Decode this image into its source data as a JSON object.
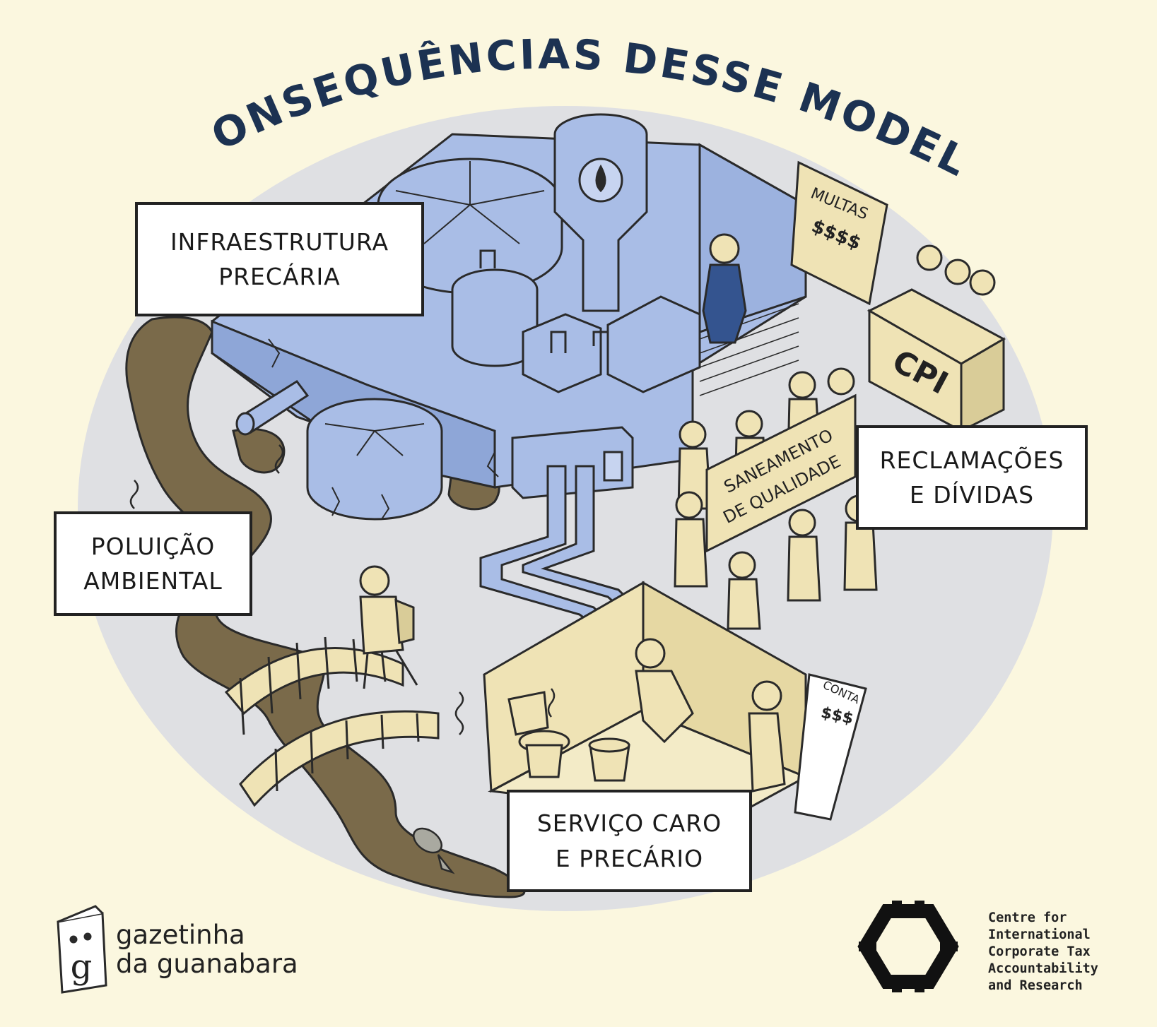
{
  "title": "CONSEQUÊNCIAS DESSE MODELO",
  "labels": {
    "infra": [
      "INFRAESTRUTURA",
      "PRECÁRIA"
    ],
    "reclamacoes": [
      "RECLAMAÇÕES",
      "E DÍVIDAS"
    ],
    "poluicao": [
      "POLUIÇÃO",
      "AMBIENTAL"
    ],
    "servico": [
      "SERVIÇO CARO",
      "E PRECÁRIO"
    ]
  },
  "signs": {
    "multas_title": "MULTAS",
    "multas_amount": "$$$$",
    "cpi": "CPI",
    "banner_line1": "SANEAMENTO",
    "banner_line2": "DE QUALIDADE",
    "conta_title": "CONTA",
    "conta_amount": "$$$"
  },
  "branding": {
    "left_line1": "gazetinha",
    "left_line2": "da guanabara",
    "left_logo_letter": "g",
    "right_lines": [
      "Centre for",
      "International",
      "Corporate Tax",
      "Accountability",
      "and Research"
    ]
  },
  "colors": {
    "background": "#fbf7df",
    "circle": "#dfe0e3",
    "facility": "#a9bde6",
    "people": "#efe3b5",
    "sewage": "#7a6a4a",
    "title": "#1c3252"
  }
}
